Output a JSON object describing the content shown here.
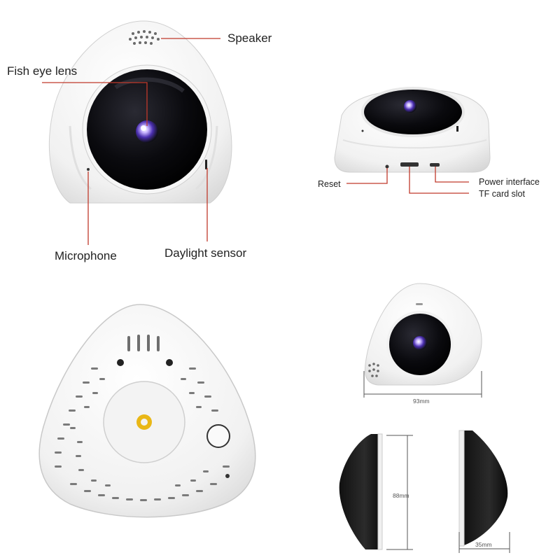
{
  "labels": {
    "speaker": "Speaker",
    "fisheye": "Fish eye lens",
    "microphone": "Microphone",
    "daylight": "Daylight sensor",
    "reset": "Reset",
    "power": "Power interface",
    "tfcard": "TF card slot",
    "width": "93mm",
    "height": "88mm",
    "depth": "35mm"
  },
  "colors": {
    "callout_line": "#c0392b",
    "body": "#ffffff",
    "lens": "#0b0b0f",
    "accent": "#e9b716"
  }
}
